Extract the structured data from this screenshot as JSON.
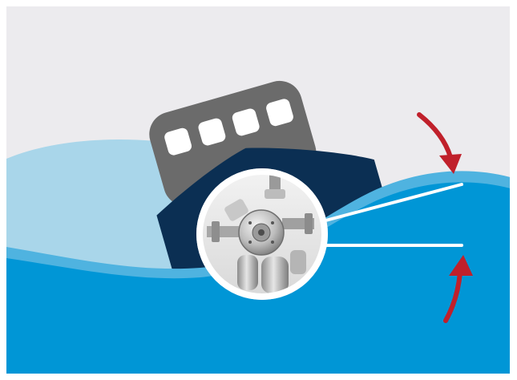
{
  "illustration": {
    "subject": "ship-tilting-in-waves-with-pump-inset",
    "portholes": 4,
    "arrows": [
      "arrow-down-right",
      "arrow-up-right"
    ]
  },
  "colors": {
    "sky": "#ecebee",
    "wave_back": "#a9d6ea",
    "wave_front": "#0096d6",
    "wave_crest": "#4fb3e0",
    "hull": "#0b2f53",
    "cabin": "#6b6b6b",
    "porthole": "#ffffff",
    "arrow": "#c0202b",
    "leader_line": "#ffffff"
  }
}
